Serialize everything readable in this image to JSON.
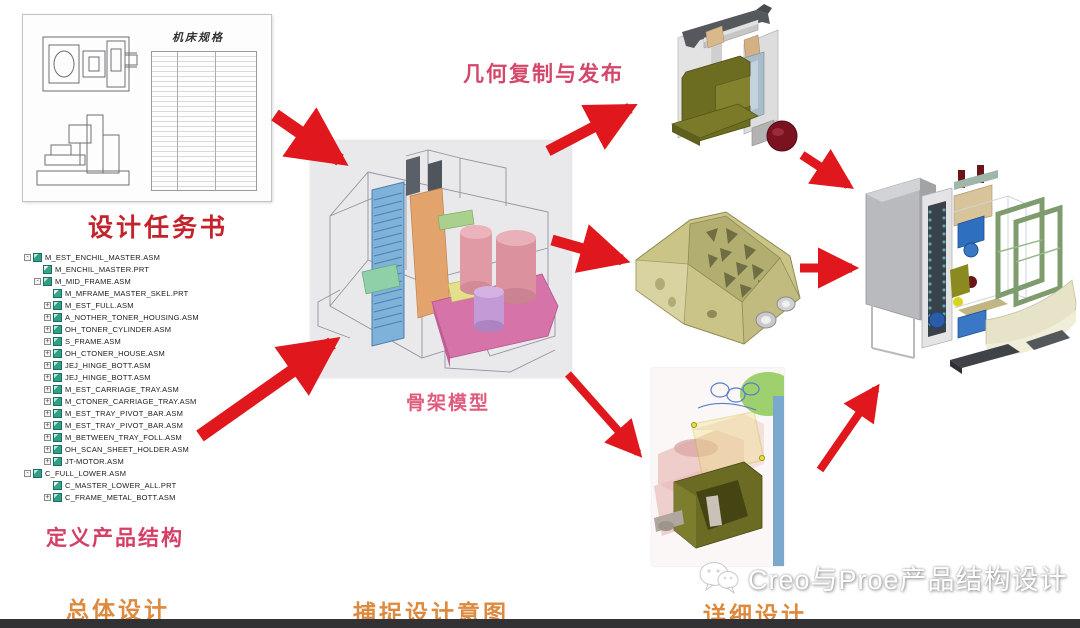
{
  "document": {
    "title": "机床规格",
    "label": "设计任务书"
  },
  "model_tree": {
    "label": "定义产品结构",
    "items": [
      {
        "label": "M_EST_ENCHIL_MASTER.ASM",
        "level": 0,
        "expander": "minus",
        "type": "asm"
      },
      {
        "label": "M_ENCHIL_MASTER.PRT",
        "level": 1,
        "expander": "none",
        "type": "prt"
      },
      {
        "label": "M_MID_FRAME.ASM",
        "level": 1,
        "expander": "minus",
        "type": "asm"
      },
      {
        "label": "M_MFRAME_MASTER_SKEL.PRT",
        "level": 2,
        "expander": "none",
        "type": "prt"
      },
      {
        "label": "M_EST_FULL.ASM",
        "level": 2,
        "expander": "plus",
        "type": "asm"
      },
      {
        "label": "A_NOTHER_TONER_HOUSING.ASM",
        "level": 2,
        "expander": "plus",
        "type": "asm"
      },
      {
        "label": "OH_TONER_CYLINDER.ASM",
        "level": 2,
        "expander": "plus",
        "type": "asm"
      },
      {
        "label": "S_FRAME.ASM",
        "level": 2,
        "expander": "plus",
        "type": "asm"
      },
      {
        "label": "OH_CTONER_HOUSE.ASM",
        "level": 2,
        "expander": "plus",
        "type": "asm"
      },
      {
        "label": "JEJ_HINGE_BOTT.ASM",
        "level": 2,
        "expander": "plus",
        "type": "asm"
      },
      {
        "label": "JEJ_HINGE_BOTT.ASM",
        "level": 2,
        "expander": "plus",
        "type": "asm"
      },
      {
        "label": "M_EST_CARRIAGE_TRAY.ASM",
        "level": 2,
        "expander": "plus",
        "type": "asm"
      },
      {
        "label": "M_CTONER_CARRIAGE_TRAY.ASM",
        "level": 2,
        "expander": "plus",
        "type": "asm"
      },
      {
        "label": "M_EST_TRAY_PIVOT_BAR.ASM",
        "level": 2,
        "expander": "plus",
        "type": "asm"
      },
      {
        "label": "M_EST_TRAY_PIVOT_BAR.ASM",
        "level": 2,
        "expander": "plus",
        "type": "asm"
      },
      {
        "label": "M_BETWEEN_TRAY_FOLL.ASM",
        "level": 2,
        "expander": "plus",
        "type": "asm"
      },
      {
        "label": "OH_SCAN_SHEET_HOLDER.ASM",
        "level": 2,
        "expander": "plus",
        "type": "asm"
      },
      {
        "label": "JT-MOTOR.ASM",
        "level": 2,
        "expander": "plus",
        "type": "asm"
      },
      {
        "label": "C_FULL_LOWER.ASM",
        "level": 0,
        "expander": "minus",
        "type": "asm"
      },
      {
        "label": "C_MASTER_LOWER_ALL.PRT",
        "level": 2,
        "expander": "none",
        "type": "prt"
      },
      {
        "label": "C_FRAME_METAL_BOTT.ASM",
        "level": 2,
        "expander": "plus",
        "type": "asm"
      }
    ],
    "footer_label": "定义产品结构"
  },
  "annotations": {
    "geometry_publish": "几何复制与发布",
    "skeleton_model": "骨架模型"
  },
  "stages": {
    "overall": "总体设计",
    "capture": "捕捉设计意图",
    "detail": "详细设计"
  },
  "watermark": {
    "logo": "wechat-logo",
    "text": "Creo与Proe产品结构设计"
  },
  "icons": {
    "expand_plus": "+",
    "expand_minus": "-"
  },
  "colors": {
    "arrow_red": "#e0181d",
    "label_red": "#c4232b",
    "label_pink": "#d43f66",
    "label_orange": "#dd8a3f",
    "tree_icon_teal": "#2f9f85",
    "bottom_bar": "#323234"
  }
}
